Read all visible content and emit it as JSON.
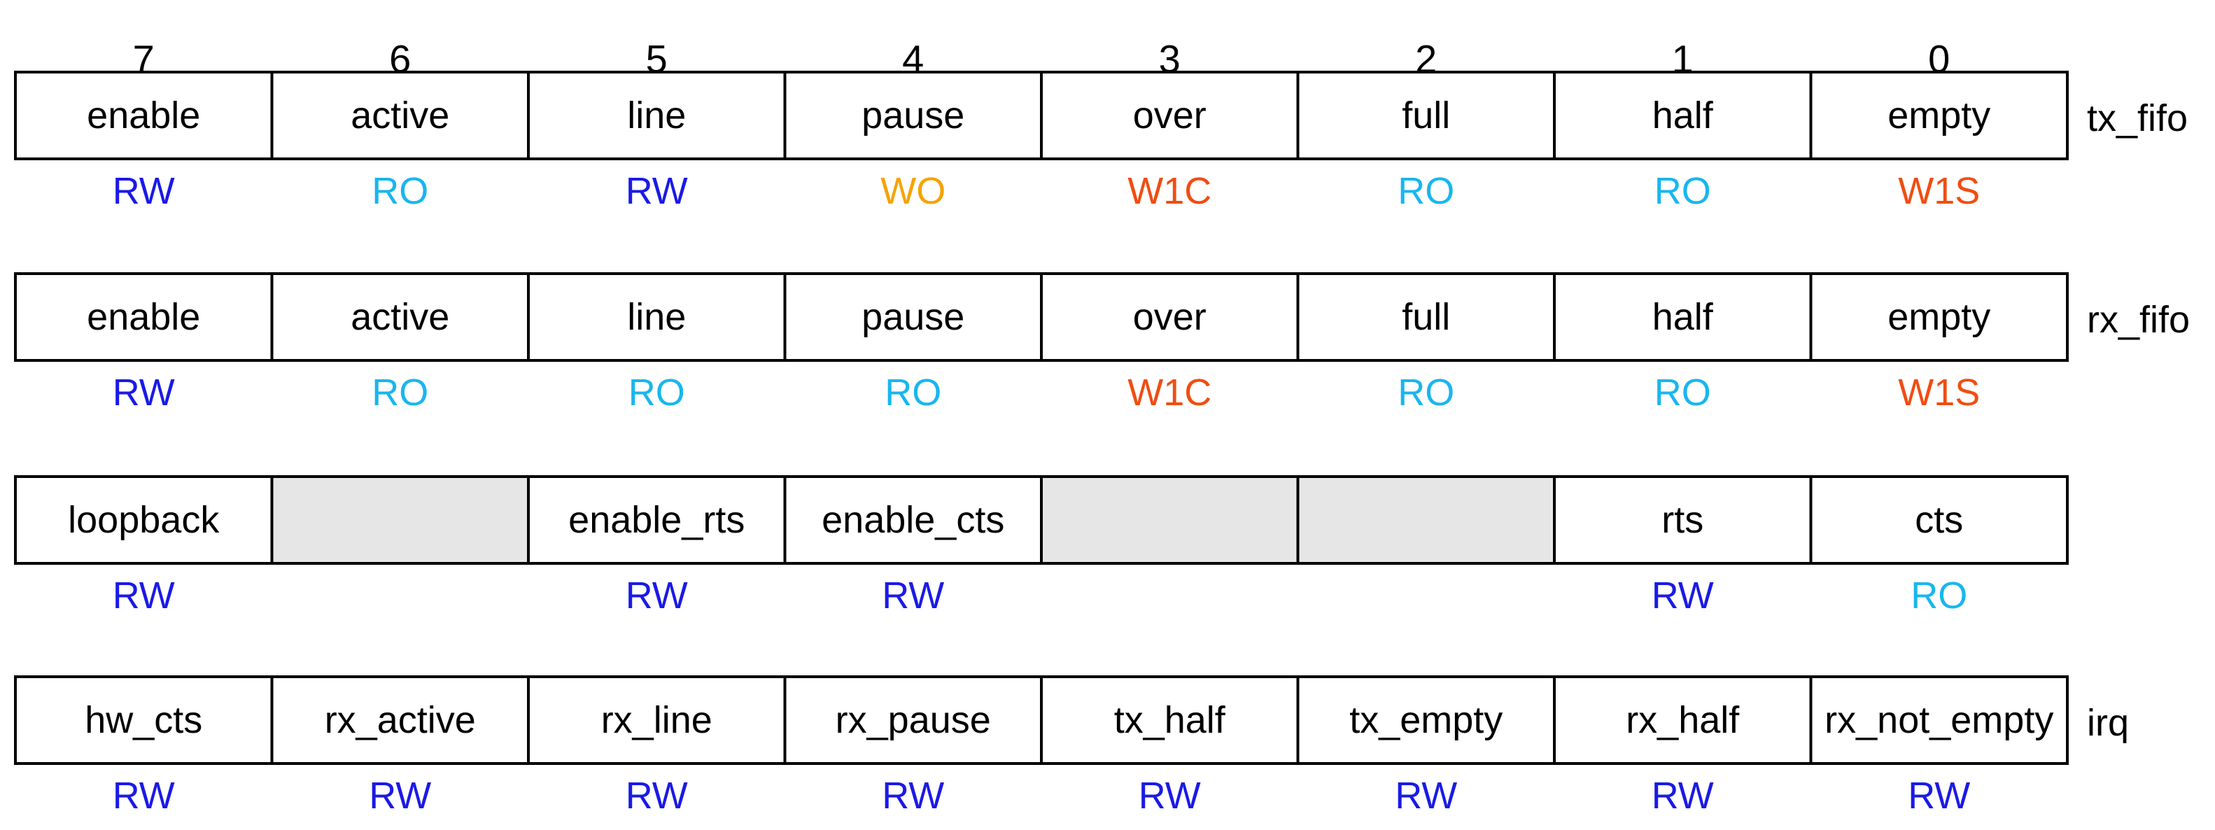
{
  "bit_labels": [
    "7",
    "6",
    "5",
    "4",
    "3",
    "2",
    "1",
    "0"
  ],
  "access_colors": {
    "RW": "#1a1ae6",
    "RO": "#19b6ee",
    "WO": "#f5a300",
    "W1C": "#f04d12",
    "W1S": "#f04d12"
  },
  "reserved_color": "#e6e6e6",
  "registers": [
    {
      "name": "tx_fifo",
      "fields": [
        {
          "bit": 7,
          "name": "enable",
          "access": "RW"
        },
        {
          "bit": 6,
          "name": "active",
          "access": "RO"
        },
        {
          "bit": 5,
          "name": "line",
          "access": "RW"
        },
        {
          "bit": 4,
          "name": "pause",
          "access": "WO"
        },
        {
          "bit": 3,
          "name": "over",
          "access": "W1C"
        },
        {
          "bit": 2,
          "name": "full",
          "access": "RO"
        },
        {
          "bit": 1,
          "name": "half",
          "access": "RO"
        },
        {
          "bit": 0,
          "name": "empty",
          "access": "W1S"
        }
      ]
    },
    {
      "name": "rx_fifo",
      "fields": [
        {
          "bit": 7,
          "name": "enable",
          "access": "RW"
        },
        {
          "bit": 6,
          "name": "active",
          "access": "RO"
        },
        {
          "bit": 5,
          "name": "line",
          "access": "RO"
        },
        {
          "bit": 4,
          "name": "pause",
          "access": "RO"
        },
        {
          "bit": 3,
          "name": "over",
          "access": "W1C"
        },
        {
          "bit": 2,
          "name": "full",
          "access": "RO"
        },
        {
          "bit": 1,
          "name": "half",
          "access": "RO"
        },
        {
          "bit": 0,
          "name": "empty",
          "access": "W1S"
        }
      ]
    },
    {
      "name": "",
      "fields": [
        {
          "bit": 7,
          "name": "loopback",
          "access": "RW"
        },
        {
          "bit": 6,
          "name": "",
          "access": "",
          "reserved": true
        },
        {
          "bit": 5,
          "name": "enable_rts",
          "access": "RW"
        },
        {
          "bit": 4,
          "name": "enable_cts",
          "access": "RW"
        },
        {
          "bit": 3,
          "name": "",
          "access": "",
          "reserved": true,
          "merged_with_next": true
        },
        {
          "bit": 2,
          "name": "",
          "access": "",
          "reserved": true
        },
        {
          "bit": 1,
          "name": "rts",
          "access": "RW"
        },
        {
          "bit": 0,
          "name": "cts",
          "access": "RO"
        }
      ]
    },
    {
      "name": "irq",
      "fields": [
        {
          "bit": 7,
          "name": "hw_cts",
          "access": "RW"
        },
        {
          "bit": 6,
          "name": "rx_active",
          "access": "RW"
        },
        {
          "bit": 5,
          "name": "rx_line",
          "access": "RW"
        },
        {
          "bit": 4,
          "name": "rx_pause",
          "access": "RW"
        },
        {
          "bit": 3,
          "name": "tx_half",
          "access": "RW"
        },
        {
          "bit": 2,
          "name": "tx_empty",
          "access": "RW"
        },
        {
          "bit": 1,
          "name": "rx_half",
          "access": "RW"
        },
        {
          "bit": 0,
          "name": "rx_not_empty",
          "access": "RW"
        }
      ]
    }
  ]
}
